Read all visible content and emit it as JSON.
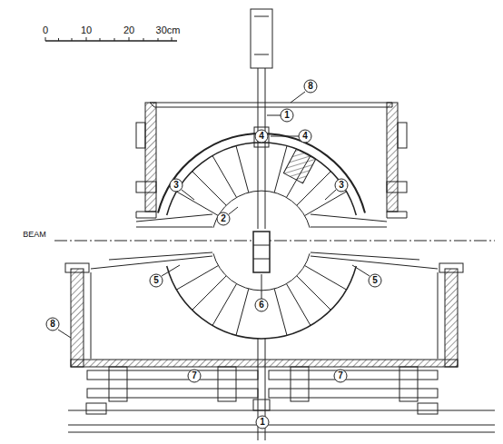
{
  "diagram": {
    "labels": [
      "0",
      "10",
      "20",
      "30cm",
      "BEAM",
      "8",
      "1",
      "4",
      "4",
      "3",
      "3",
      "2",
      "6",
      "5",
      "5",
      "8",
      "7",
      "7",
      "1"
    ]
  }
}
